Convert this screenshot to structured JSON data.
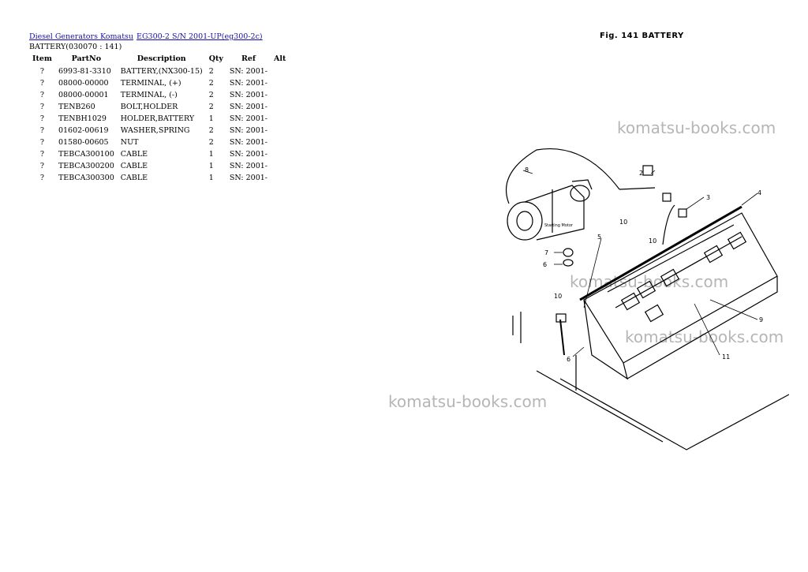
{
  "breadcrumb": {
    "link1": "Diesel Generators Komatsu",
    "link2": "EG300-2 S/N 2001-UP(eg300-2c)"
  },
  "section_title": "BATTERY(030070 : 141)",
  "table": {
    "headers": [
      "Item",
      "PartNo",
      "Description",
      "Qty",
      "Ref",
      "Alt"
    ],
    "rows": [
      [
        "?",
        "6993-81-3310",
        "BATTERY,(NX300-15)",
        "2",
        "SN: 2001-",
        ""
      ],
      [
        "?",
        "08000-00000",
        "TERMINAL, (+)",
        "2",
        "SN: 2001-",
        ""
      ],
      [
        "?",
        "08000-00001",
        "TERMINAL, (-)",
        "2",
        "SN: 2001-",
        ""
      ],
      [
        "?",
        "TENB260",
        "BOLT,HOLDER",
        "2",
        "SN: 2001-",
        ""
      ],
      [
        "?",
        "TENBH1029",
        "HOLDER,BATTERY",
        "1",
        "SN: 2001-",
        ""
      ],
      [
        "?",
        "01602-00619",
        "WASHER,SPRING",
        "2",
        "SN: 2001-",
        ""
      ],
      [
        "?",
        "01580-00605",
        "NUT",
        "2",
        "SN: 2001-",
        ""
      ],
      [
        "?",
        "TEBCA300100",
        "CABLE",
        "1",
        "SN: 2001-",
        ""
      ],
      [
        "?",
        "TEBCA300200",
        "CABLE",
        "1",
        "SN: 2001-",
        ""
      ],
      [
        "?",
        "TEBCA300300",
        "CABLE",
        "1",
        "SN: 2001-",
        ""
      ]
    ]
  },
  "figure": {
    "title": "Fig. 141  BATTERY",
    "callouts": [
      "2",
      "3",
      "4",
      "5",
      "6",
      "7",
      "8",
      "9",
      "10",
      "10",
      "10",
      "11",
      "6"
    ],
    "motor_label": "Starting Motor"
  },
  "watermarks": [
    "komatsu-books.com",
    "komatsu-books.com",
    "komatsu-books.com",
    "komatsu-books.com"
  ]
}
